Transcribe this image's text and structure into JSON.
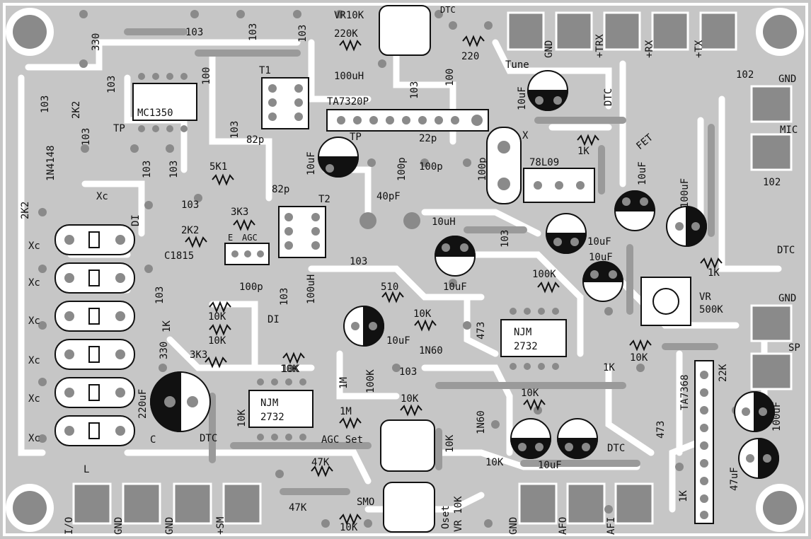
{
  "colors": {
    "board": "#c8c8c8",
    "trace": "#ffffff",
    "copper": "#9a9a9a",
    "silk": "#111111",
    "pad": "#8a8a8a"
  },
  "pads_top": [
    "Tune",
    "GND",
    "+TRX",
    "+RX",
    "+TX"
  ],
  "pads_right": [
    "GND",
    "MIC",
    "GND",
    "SP"
  ],
  "pads_bottom_left": [
    "I/O",
    "GND",
    "GND",
    "+SM"
  ],
  "pads_bottom_right": [
    "GND",
    "AFO",
    "AFI"
  ],
  "ic_labels": {
    "mc1350": "MC1350",
    "ta7320p": "TA7320P",
    "l78": "78L09",
    "njm1": "NJM",
    "njm1b": "2732",
    "njm2": "NJM",
    "njm2b": "2732",
    "ta7368": "TA7368",
    "c1815": "C1815",
    "fet": "FET",
    "t1": "T1",
    "t2": "T2"
  },
  "labels": {
    "vr10k": "VR10K",
    "dtc_top": "DTC",
    "r330": "330",
    "c103_a": "103",
    "c103_b": "103",
    "c103_c": "103",
    "c103_d": "103",
    "r220k": "220K",
    "l100uh": "100uH",
    "r220": "220",
    "r100a": "100",
    "r100b": "100",
    "c103_e": "103",
    "c103_f": "103",
    "r2k2a": "2K2",
    "c103_g": "103",
    "c103_h": "103",
    "d1n4148": "1N4148",
    "tp1": "TP",
    "tp2": "TP",
    "c82p_a": "82p",
    "c10uf_a": "10uF",
    "c22p": "22p",
    "c100p_a": "100p",
    "c100p_b": "100p",
    "c100p_c": "100p",
    "x": "X",
    "c10uf_b": "10uF",
    "c10uf_c": "10uF",
    "dtc_r": "DTC",
    "r1k_a": "1K",
    "c102_a": "102",
    "c102_b": "102",
    "c103_i": "103",
    "c103_j": "103",
    "r5k1": "5K1",
    "c82p_b": "82p",
    "r2k2b": "2K2",
    "xc1": "Xc",
    "di1": "DI",
    "c103_k": "103",
    "r3k3a": "3K3",
    "agc_e": "E",
    "agc": "AGC",
    "r2k2c": "2K2",
    "c40pf": "40pF",
    "l10uh": "10uH",
    "c103_l": "103",
    "c10uf_d": "10uF",
    "c100uf_a": "100uF",
    "dtc_r2": "DTC",
    "c100p_d": "100p",
    "c103_m": "103",
    "l100uh_b": "100uH",
    "c103_n": "103",
    "c10uf_e": "10uF",
    "c103_o": "103",
    "r100k": "100K",
    "c10uf_f": "10uF",
    "r1k_b": "1K",
    "vr500k_a": "VR",
    "vr500k_b": "500K",
    "r510": "510",
    "r10k_a": "10K",
    "r10k_b": "10K",
    "r10k_c": "10K",
    "r1k_c": "1K",
    "c103_p": "103",
    "di2": "DI",
    "c10uf_g": "10uF",
    "c473_a": "473",
    "r10k_d": "10K",
    "r1k_d": "1K",
    "r3k3b": "3K3",
    "r330b": "330",
    "c220uf": "220uF",
    "d1n60a": "1N60",
    "r10k_e": "10K",
    "r1m_a": "1M",
    "r100k_b": "100K",
    "c103_q": "103",
    "r22k": "22K",
    "r10k_f": "10K",
    "r10k_g": "10K",
    "r1m_b": "1M",
    "agc_set": "AGC Set",
    "d1n60b": "1N60",
    "r10k_h": "10K",
    "r10k_i": "10K",
    "c10uf_h": "10uF",
    "dtc_b": "DTC",
    "c473_b": "473",
    "c100uf_b": "100uF",
    "c47uf": "47uF",
    "dtc_c": "DTC",
    "r10k_j": "10K",
    "xc2": "Xc",
    "xc3": "Xc",
    "xc4": "Xc",
    "xc5": "Xc",
    "xc6": "Xc",
    "xc7": "Xc",
    "c_lbl": "C",
    "l_lbl": "L",
    "r47k_a": "47K",
    "r47k_b": "47K",
    "smo": "SMO",
    "r10k_k": "10K",
    "oset": "Oset",
    "vr10k_b": "VR 10K",
    "r1k_e": "1K",
    "r10k_l": "10K"
  }
}
